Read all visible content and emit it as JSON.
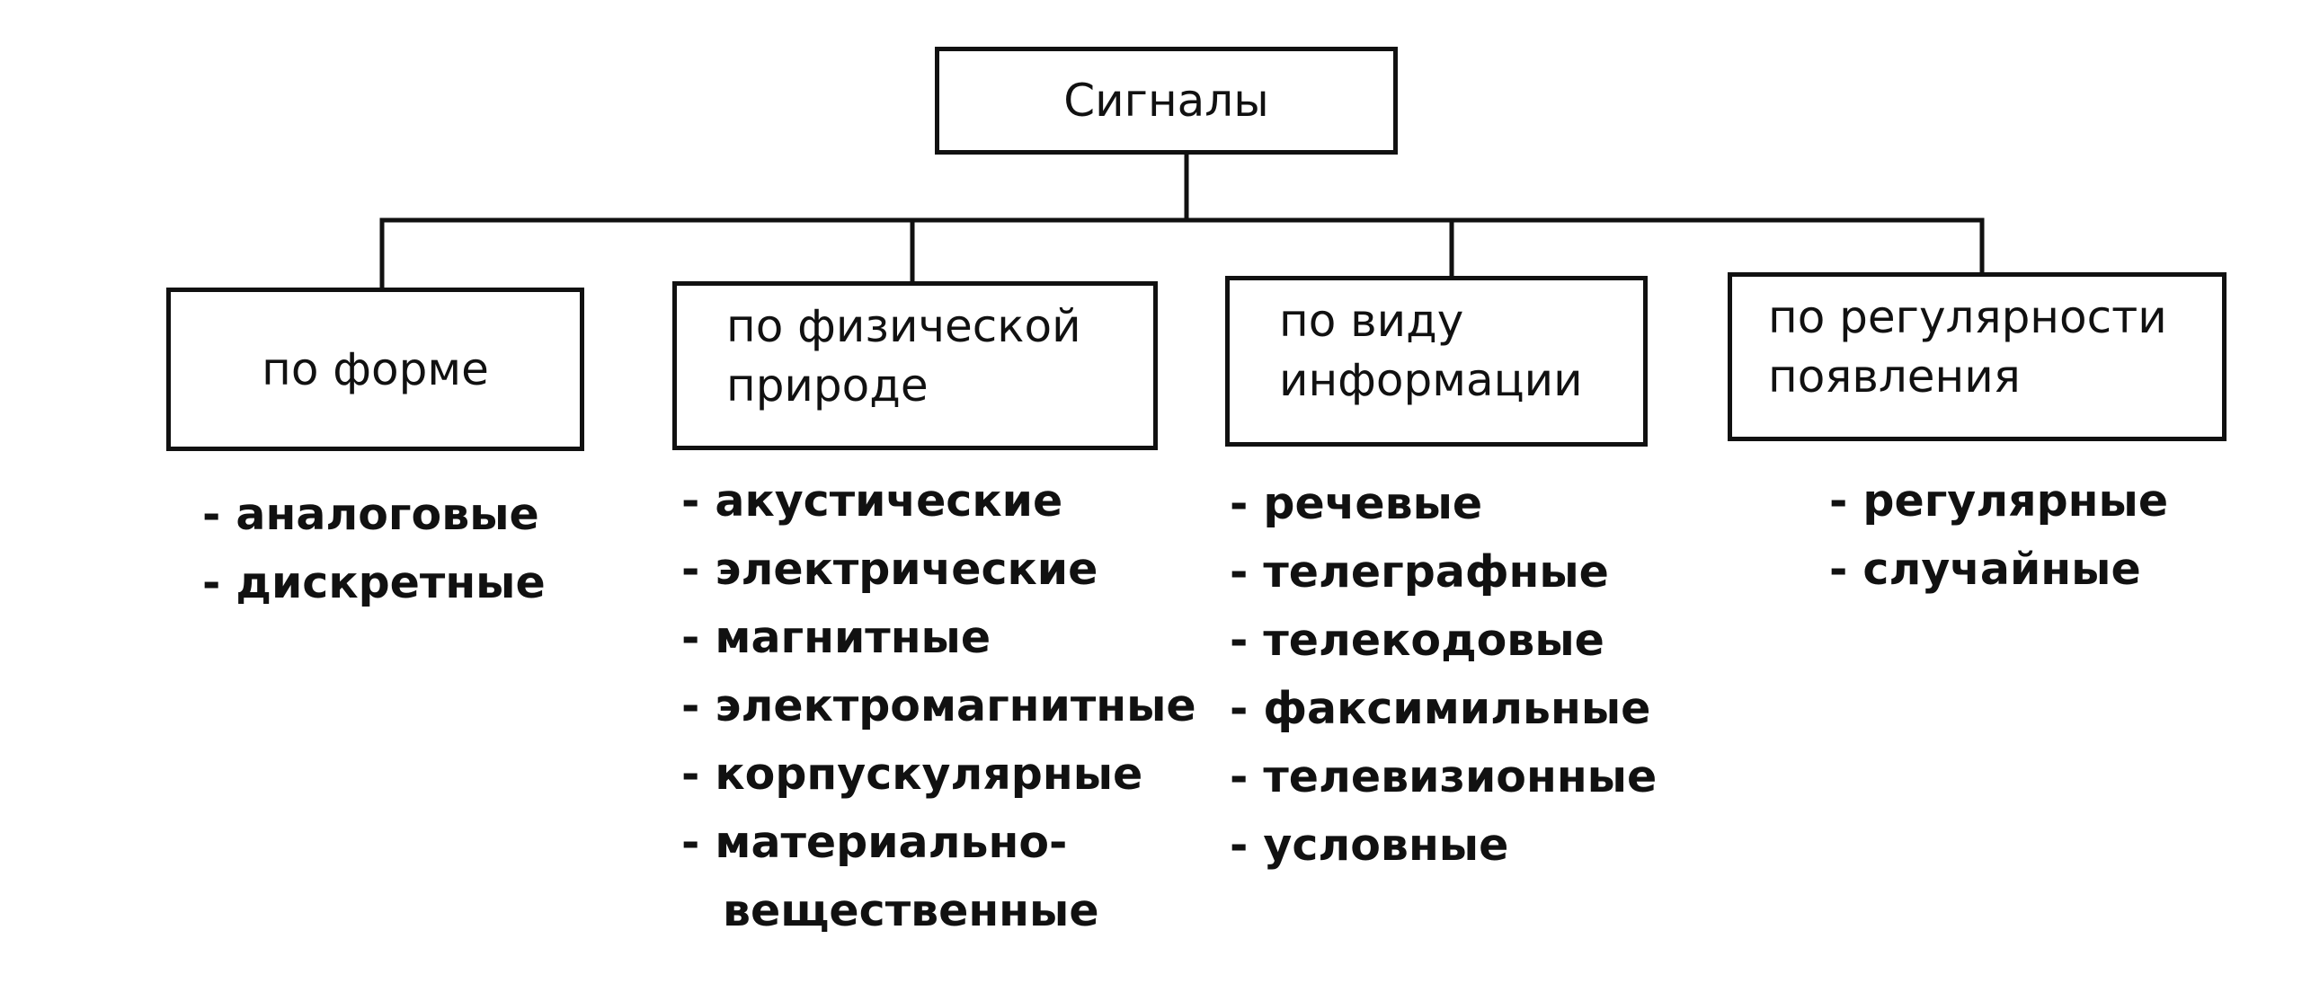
{
  "root": {
    "label": "Сигналы"
  },
  "categories": [
    {
      "id": "form",
      "lines": [
        "по форме"
      ],
      "items": [
        "- аналоговые",
        "- дискретные"
      ]
    },
    {
      "id": "nature",
      "lines": [
        "по физической",
        "природе"
      ],
      "items": [
        "- акустические",
        "- электрические",
        "- магнитные",
        "- электромагнитные",
        "- корпускулярные",
        "- материально-",
        "вещественные"
      ]
    },
    {
      "id": "info",
      "lines": [
        "по виду",
        "информации"
      ],
      "items": [
        "- речевые",
        "- телеграфные",
        "- телекодовые",
        "- факсимильные",
        "- телевизионные",
        "- условные"
      ]
    },
    {
      "id": "reg",
      "lines": [
        "по регулярности",
        "появления"
      ],
      "items": [
        "- регулярные",
        "- случайные"
      ]
    }
  ],
  "colors": {
    "line": "#111111",
    "text": "#111111",
    "background": "#ffffff"
  }
}
